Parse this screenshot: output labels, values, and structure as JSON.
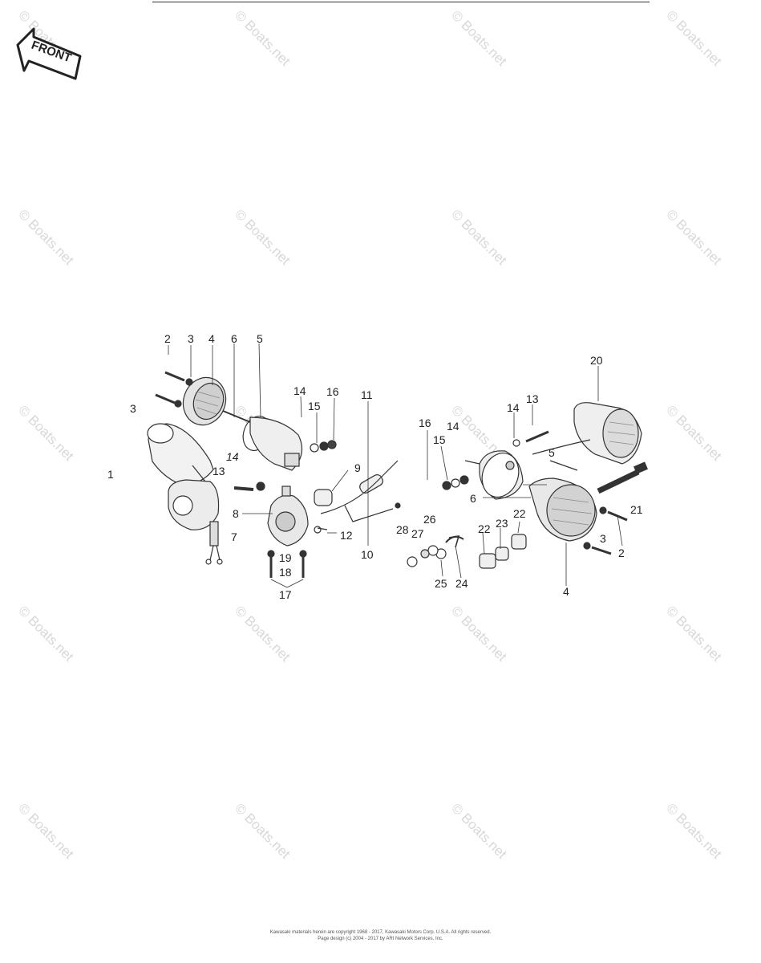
{
  "front_arrow": {
    "text": "FRONT"
  },
  "watermark": {
    "text": "© Boats.net"
  },
  "callouts": {
    "n1": "1",
    "n2": "2",
    "n3": "3",
    "n4": "4",
    "n5": "5",
    "n6": "6",
    "n7": "7",
    "n8": "8",
    "n9": "9",
    "n10": "10",
    "n11": "11",
    "n12": "12",
    "n13": "13",
    "n14": "14",
    "n15": "15",
    "n16": "16",
    "n17": "17",
    "n18": "18",
    "n19": "19",
    "n20": "20",
    "n21": "21",
    "n22": "22",
    "n23": "23",
    "n24": "24",
    "n25": "25",
    "n26": "26",
    "n27": "27",
    "n28": "28"
  },
  "footer": {
    "line1": "Kawasaki materials herein are copyright 1968 - 2017, Kawasaki Motors Corp. U.S.A. All rights reserved.",
    "line2": "Page design (c) 2004 - 2017 by ARI Network Services, Inc."
  }
}
